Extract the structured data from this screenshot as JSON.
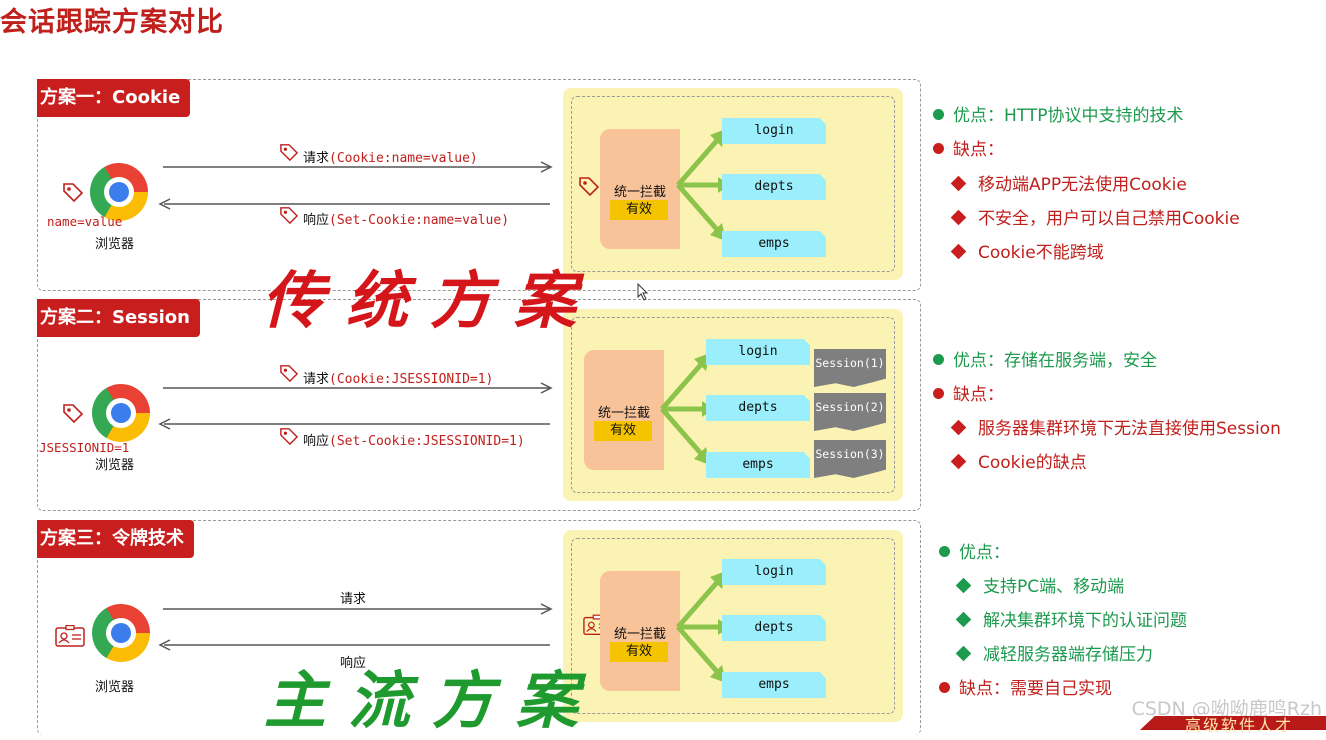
{
  "title": "会话跟踪方案对比",
  "schemes": [
    {
      "tag": "方案一：Cookie",
      "request": {
        "prefix": "请求",
        "detail": "(Cookie:name=value)"
      },
      "response": {
        "prefix": "响应",
        "detail": "(Set-Cookie:name=value)"
      },
      "client_value": "name=value",
      "browser": "浏览器",
      "interceptor": "统一拦截",
      "valid": "有效",
      "endpoints": [
        "login",
        "depts",
        "emps"
      ]
    },
    {
      "tag": "方案二：Session",
      "request": {
        "prefix": "请求",
        "detail": "(Cookie:JSESSIONID=1)"
      },
      "response": {
        "prefix": "响应",
        "detail": "(Set-Cookie:JSESSIONID=1)"
      },
      "client_value": "JSESSIONID=1",
      "browser": "浏览器",
      "interceptor": "统一拦截",
      "valid": "有效",
      "endpoints": [
        "login",
        "depts",
        "emps"
      ],
      "sessions": [
        "Session(1)",
        "Session(2)",
        "Session(3)"
      ]
    },
    {
      "tag": "方案三：令牌技术",
      "request": {
        "prefix": "请求",
        "detail": ""
      },
      "response": {
        "prefix": "响应",
        "detail": ""
      },
      "browser": "浏览器",
      "interceptor": "统一拦截",
      "valid": "有效",
      "endpoints": [
        "login",
        "depts",
        "emps"
      ]
    }
  ],
  "pros_cons": [
    {
      "pros_label": "优点：HTTP协议中支持的技术",
      "cons_label": "缺点：",
      "cons": [
        "移动端APP无法使用Cookie",
        "不安全，用户可以自己禁用Cookie",
        "Cookie不能跨域"
      ]
    },
    {
      "pros_label": "优点：存储在服务端，安全",
      "cons_label": "缺点：",
      "cons": [
        "服务器集群环境下无法直接使用Session",
        "Cookie的缺点"
      ]
    },
    {
      "pros_label": "优点：",
      "pros": [
        "支持PC端、移动端",
        "解决集群环境下的认证问题",
        "减轻服务器端存储压力"
      ],
      "cons_label": "缺点：需要自己实现"
    }
  ],
  "annotations": {
    "traditional": "传统方案",
    "mainstream": "主流方案"
  },
  "watermark": "CSDN @呦呦鹿鸣Rzh",
  "corner_text": "高级软件人才",
  "colors": {
    "accent_red": "#c81e1e",
    "green": "#1c9a4e",
    "yellow_bg": "#fbf3b4",
    "endpoint": "#9beefb",
    "interceptor": "#f9c39a"
  },
  "icons": [
    "tag-icon",
    "chrome-icon",
    "id-card-icon",
    "green-arrow-icon"
  ]
}
